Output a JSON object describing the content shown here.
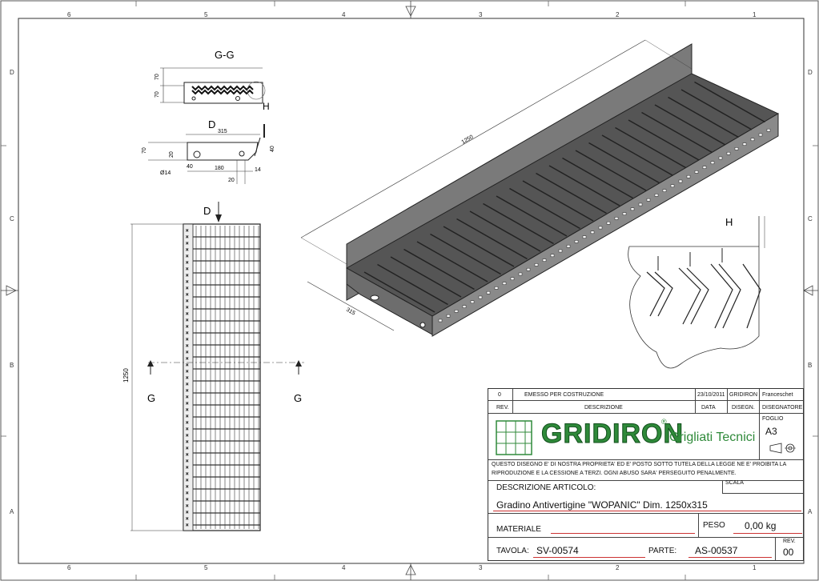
{
  "border": {
    "top_numbers": [
      "6",
      "5",
      "4",
      "3",
      "2",
      "1"
    ],
    "bottom_numbers": [
      "6",
      "5",
      "4",
      "3",
      "2",
      "1"
    ],
    "left_letters": [
      "D",
      "C",
      "B",
      "A"
    ],
    "right_letters": [
      "D",
      "C",
      "B",
      "A"
    ]
  },
  "views": {
    "section_gg": {
      "title": "G-G",
      "dims": [
        "70",
        "70"
      ],
      "detail": "H"
    },
    "top_view": {
      "title": "D",
      "dims": {
        "width": "315",
        "height": "70",
        "h20": "20",
        "h40": "40",
        "d14": "Ø14",
        "w40": "40",
        "w180": "180",
        "w20": "20",
        "w14": "14"
      }
    },
    "plan_view": {
      "arrow_label": "D",
      "length": "1250",
      "cut_left": "G",
      "cut_right": "G"
    },
    "iso_view": {
      "length": "1250",
      "width": "315"
    },
    "detail_h": {
      "title": "H"
    }
  },
  "title_block": {
    "rev_row": {
      "rev": "0",
      "descr": "EMESSO PER COSTRUZIONE",
      "date": "23/10/2011",
      "company": "GRIDIRON",
      "designer": "Franceschet"
    },
    "header_row": {
      "rev": "REV.",
      "descr": "DESCRIZIONE",
      "date": "DATA",
      "draw": "DISEGN.",
      "designer": "DISEGNATORE"
    },
    "logo_text": "GRIDIRON",
    "registered": "®",
    "tagline": "Grigliati Tecnici",
    "sheet_label": "FOGLIO",
    "sheet_value": "A3",
    "disclaimer_1": "QUESTO DISEGNO E' DI NOSTRA PROPRIETA' ED E' POSTO SOTTO TUTELA DELLA LEGGE NE E' PROIBITA LA",
    "disclaimer_2": "RIPRODUZIONE E LA CESSIONE A TERZI. OGNI ABUSO SARA' PERSEGUITO PENALMENTE.",
    "desc_label": "DESCRIZIONE ARTICOLO:",
    "scale_label": "SCALA",
    "article": "Gradino Antivertigine \"WOPANIC\" Dim. 1250x315",
    "material_label": "MATERIALE",
    "weight_label": "PESO",
    "weight_value": "0,00 kg",
    "table_label": "TAVOLA:",
    "table_value": "SV-00574",
    "part_label": "PARTE:",
    "part_value": "AS-00537",
    "rev_label": "REV.",
    "rev_value": "00"
  }
}
